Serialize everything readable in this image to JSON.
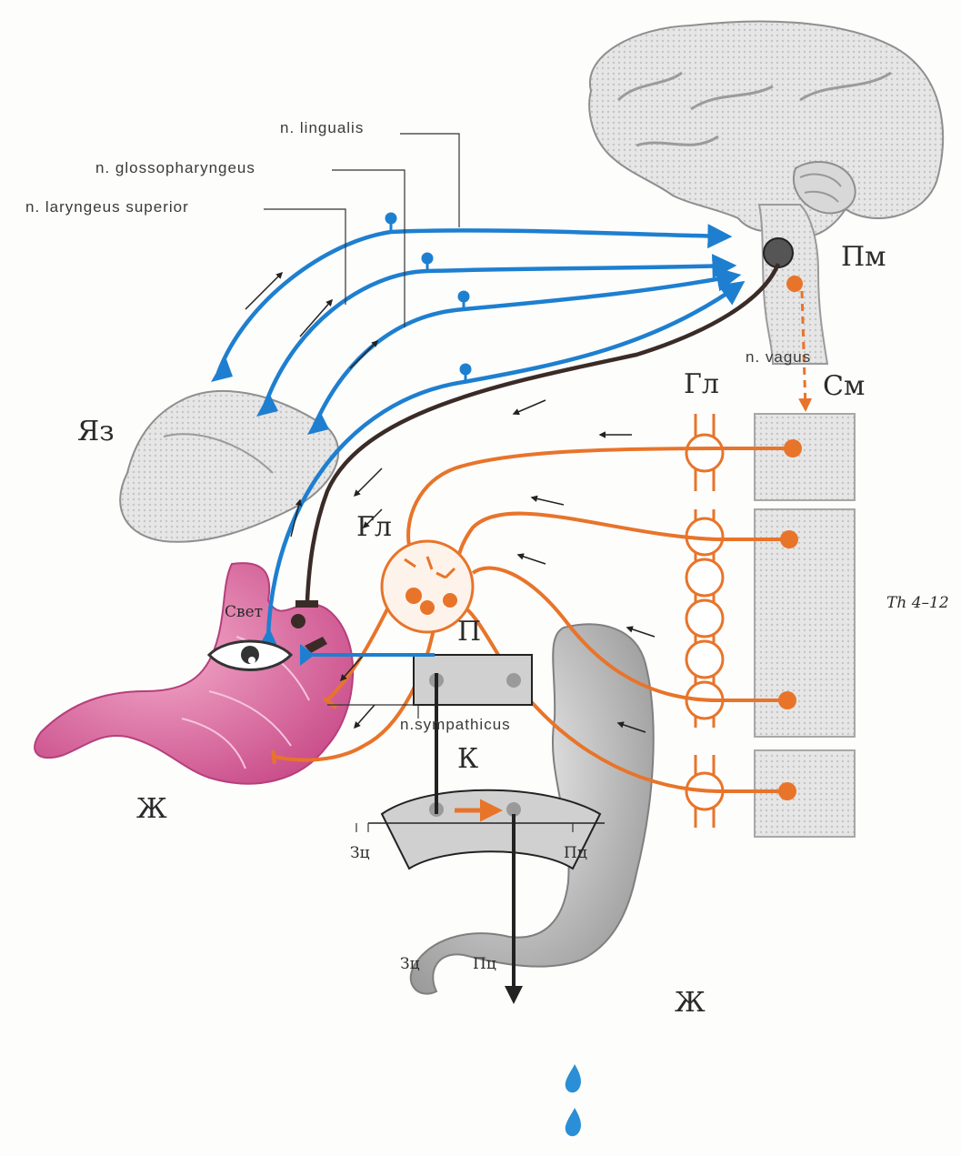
{
  "labels": {
    "n_lingualis": "n. lingualis",
    "n_glossopharyngeus": "n. glossopharyngeus",
    "n_laryngeus": "n. laryngeus superior",
    "n_vagus": "n. vagus",
    "n_sympathicus": "n.sympathicus",
    "pm": "Пм",
    "sm": "См",
    "gl_top": "Гл",
    "gl_ganglion": "Гл",
    "yaz": "Яз",
    "zh_left": "Ж",
    "zh_right": "Ж",
    "th": "Th 4–12",
    "k": "К",
    "p": "П",
    "zc_top": "Зц",
    "pc_top": "Пц",
    "zc_bottom": "Зц",
    "pc_bottom": "Пц",
    "svet": "Свет"
  },
  "colors": {
    "afferent": "#1e7fd0",
    "sympathetic": "#e8742a",
    "vagus": "#3b2b27",
    "stomach": "#d86a9e",
    "gray": "#b9b9b9"
  },
  "icons": [
    "brain",
    "tongue",
    "stomach",
    "eye",
    "ganglion",
    "spinal-cord",
    "sympathetic-chain",
    "water-drops"
  ]
}
